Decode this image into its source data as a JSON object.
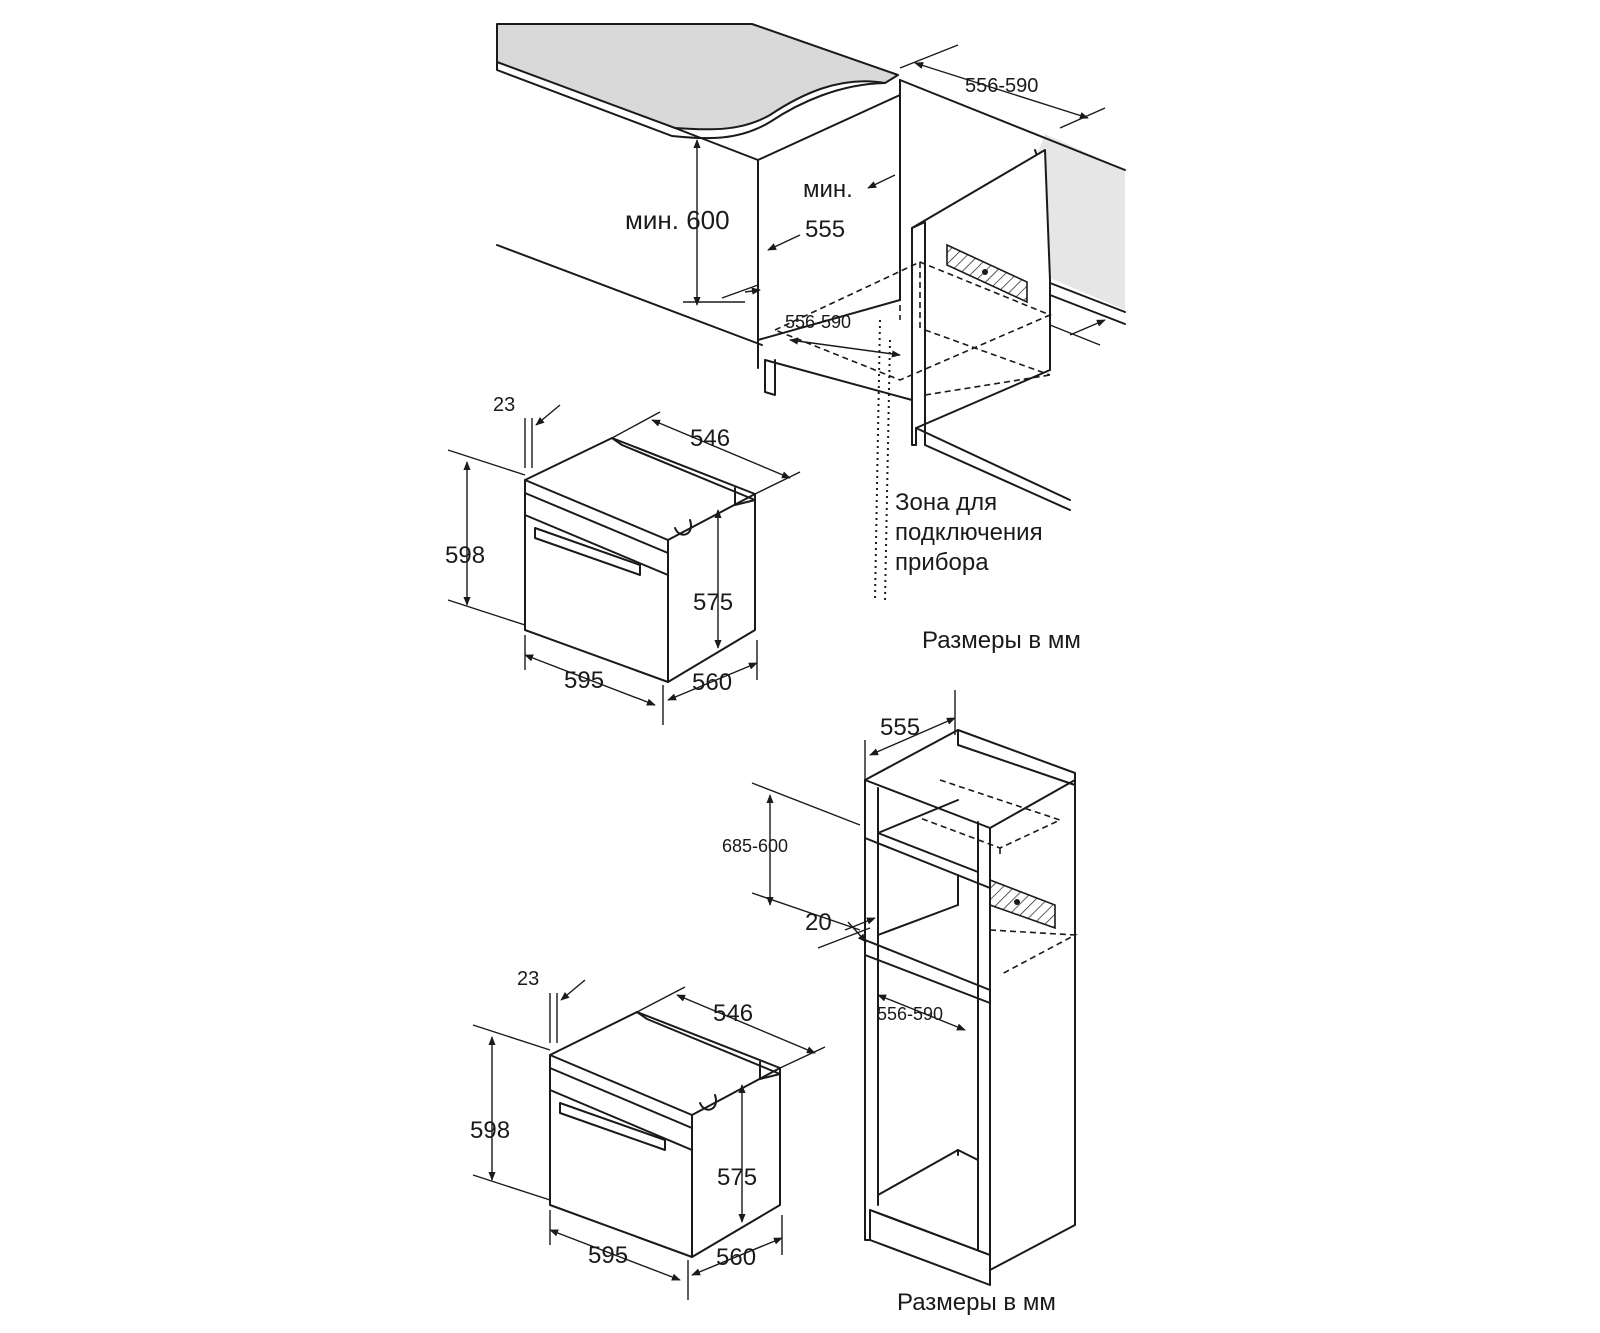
{
  "labels": {
    "min_600": "мин. 600",
    "min": "мин.",
    "v555_top": "555",
    "v556_590_top_right": "556-590",
    "v556_590_top_mid": "556-590",
    "zone_line1": "Зона для",
    "zone_line2": "подключения",
    "zone_line3": "прибора",
    "sizes_mm_1": "Размеры в мм",
    "sizes_mm_2": "Размеры в мм",
    "v555_tall": "555",
    "v685_600": "685-600",
    "v20": "20",
    "v556_590_tall": "556-590"
  },
  "oven1": {
    "d23": "23",
    "d546": "546",
    "d598": "598",
    "d575": "575",
    "d595": "595",
    "d560": "560"
  },
  "oven2": {
    "d23": "23",
    "d546": "546",
    "d598": "598",
    "d575": "575",
    "d595": "595",
    "d560": "560"
  },
  "colors": {
    "surface_gray": "#d9d9d9",
    "line": "#1a1a1a"
  }
}
